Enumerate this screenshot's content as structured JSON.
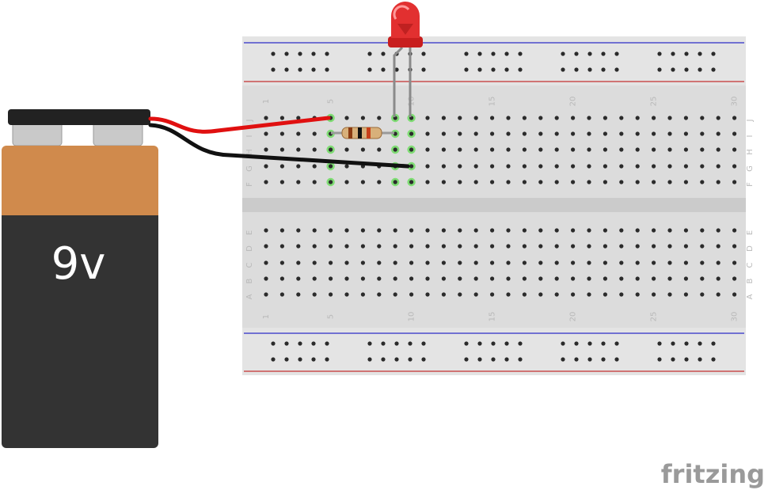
{
  "battery": {
    "label": "9v",
    "colors": {
      "top": "#d08a4c",
      "body": "#333333",
      "clip": "#222222"
    }
  },
  "breadboard": {
    "columns": 30,
    "column_labels": [
      "1",
      "5",
      "10",
      "15",
      "20",
      "25",
      "30"
    ],
    "top_rows": [
      "J",
      "I",
      "H",
      "G",
      "F"
    ],
    "bottom_rows": [
      "E",
      "D",
      "C",
      "B",
      "A"
    ],
    "colors": {
      "board": "#dedede",
      "hole": "#2b2b2b",
      "rail_red": "#c43030",
      "rail_blue": "#2c2cc8",
      "highlight": "#7fdc74"
    }
  },
  "components": {
    "led": {
      "color": "#e23030"
    },
    "resistor": {
      "bands": [
        "#8a3a12",
        "#111111",
        "#c8401a"
      ]
    },
    "wires": [
      {
        "name": "positive",
        "color": "#e01010"
      },
      {
        "name": "negative",
        "color": "#111111"
      }
    ]
  },
  "branding": {
    "text": "fritzing"
  }
}
